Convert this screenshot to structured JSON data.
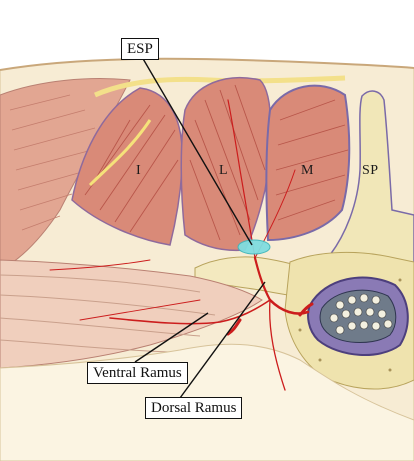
{
  "labels": {
    "esp": "ESP",
    "ventral_ramus": "Ventral Ramus",
    "dorsal_ramus": "Dorsal Ramus"
  },
  "muscle_letters": {
    "iliocostalis": "I",
    "longissimus": "L",
    "multifidus": "M",
    "spinous_process": "SP"
  },
  "colors": {
    "skin": "#f6ecd7",
    "fat": "#fbf5e6",
    "muscle": "#d98a78",
    "muscle_dark": "#b8564a",
    "fascia": "#fff4b0",
    "bone": "#f1e7b8",
    "vessel": "#cc1d1d",
    "esp_injectate": "#7fdde0",
    "outline": "#7a6aa8"
  }
}
